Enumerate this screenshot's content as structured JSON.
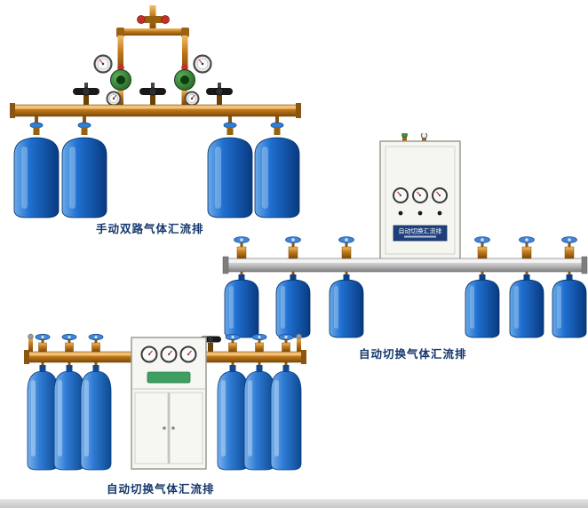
{
  "page": {
    "background": "#ffffff",
    "footer_strip_color": "#cccccc"
  },
  "colors": {
    "caption_text": "#14366b",
    "brass_pipe": "#c07818",
    "cylinder_blue_dark": "#0a3e8c",
    "cylinder_blue_light": "#6aaae8",
    "manifold_silver": "#b8b8b8",
    "cabinet_white": "#f6f6f2",
    "valve_handwheel_blue": "#3f86d8",
    "valve_handwheel_black": "#191919",
    "regulator_green": "#2f7a2f",
    "cabinet_plate_navy": "#1e3f7c",
    "cabinet_plate_green": "#3f9f63"
  },
  "products": [
    {
      "name": "manual-dual-line-gas-manifold",
      "label": "手动双路气体汇流排",
      "cylinders": 4
    },
    {
      "name": "auto-switch-gas-manifold-wall-cabinet",
      "label": "自动切换气体汇流排",
      "cabinet_plate_text": "自动切换汇流排",
      "cylinders": 6
    },
    {
      "name": "auto-switch-gas-manifold-floor-cabinet",
      "label": "自动切换气体汇流排",
      "cylinders": 6
    }
  ]
}
